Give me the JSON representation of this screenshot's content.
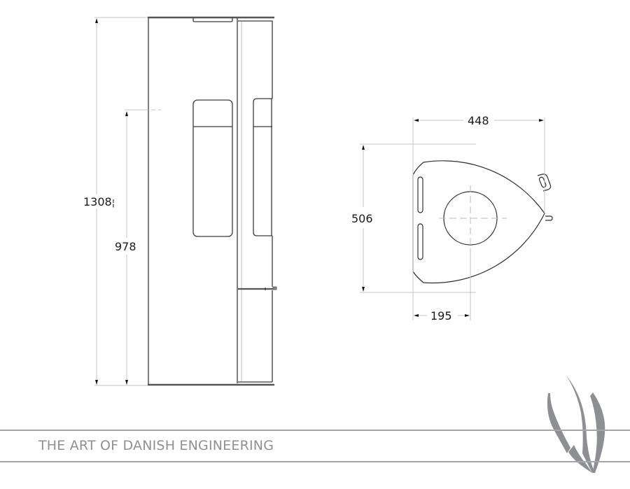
{
  "drawing": {
    "front_view": {
      "dimensions": {
        "total_height": "1308",
        "total_height_suffix": "¦",
        "opening_height": "978"
      }
    },
    "top_view": {
      "dimensions": {
        "width": "448",
        "depth": "506",
        "flue_offset": "195"
      }
    }
  },
  "footer": {
    "tagline": "THE ART OF DANISH ENGINEERING",
    "logo": "w-flame-logo-icon",
    "rule_color": "#a4a5a8",
    "text_color": "#8f9094"
  },
  "colors": {
    "line": "#3a3a3a",
    "dim_line": "#c4c4c4",
    "logo": "#8e8f93"
  }
}
